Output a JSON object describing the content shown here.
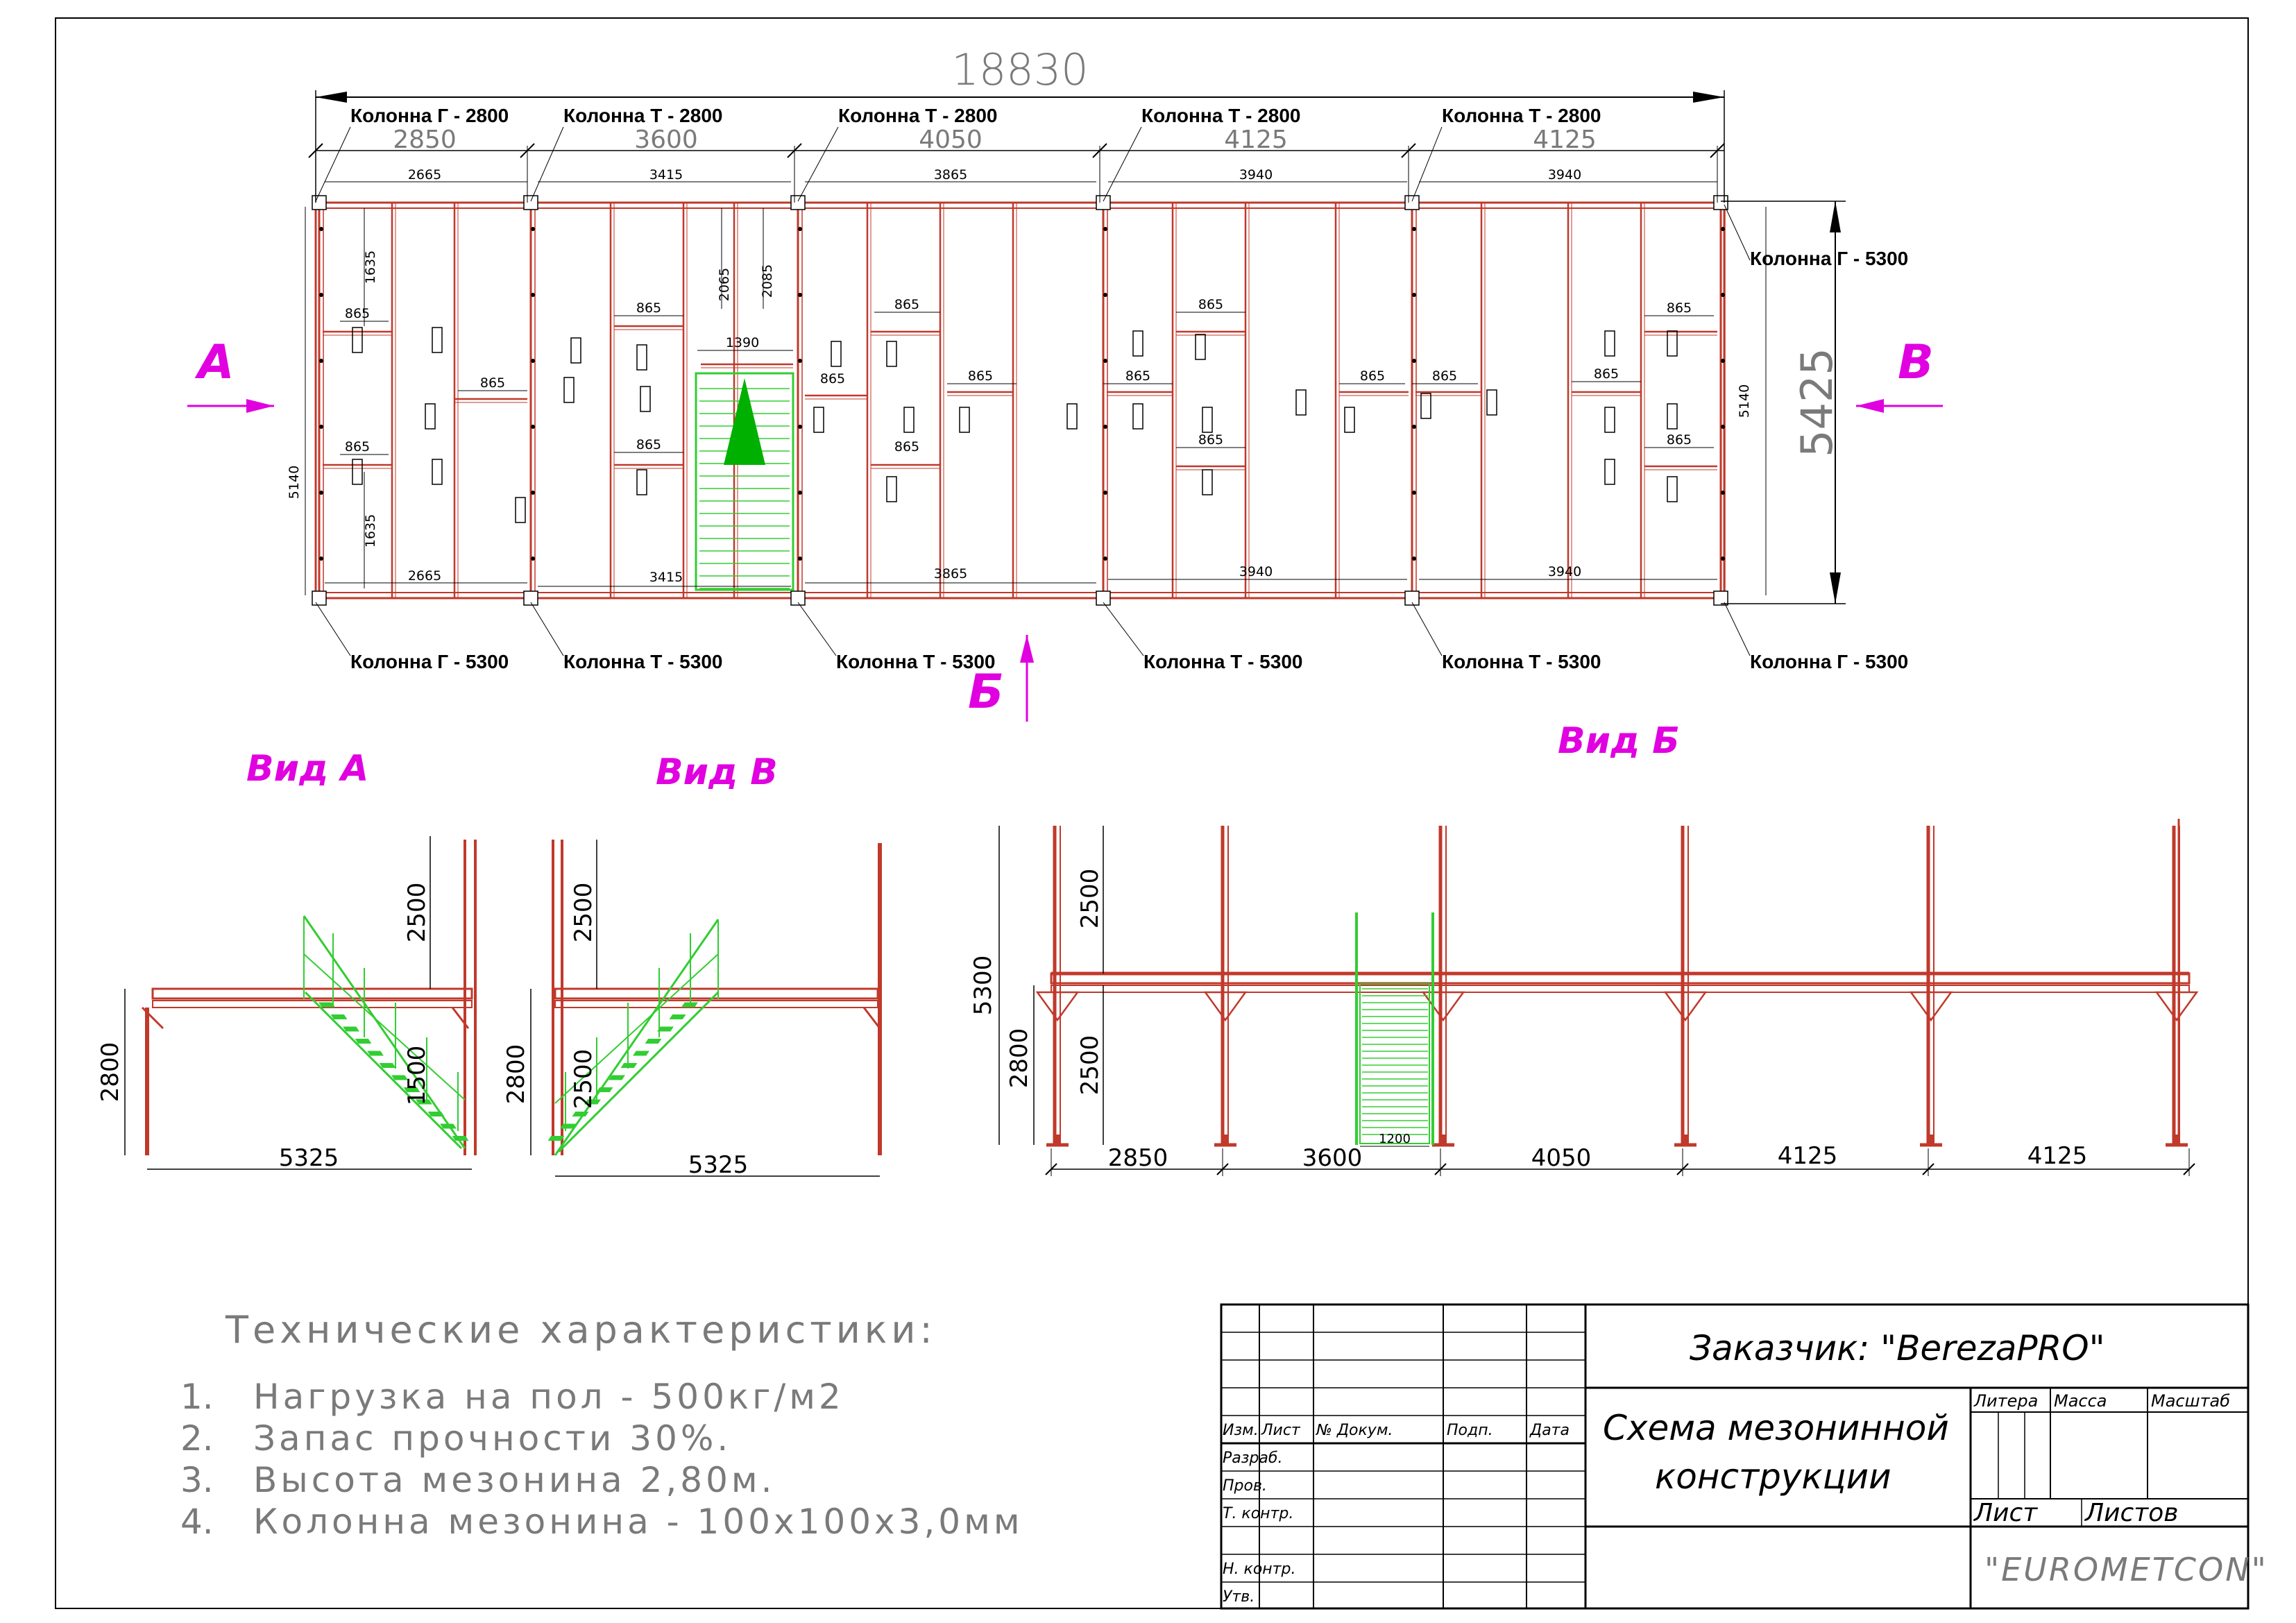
{
  "colors": {
    "frame": "#c0392b",
    "stair": "#32cd32",
    "stair_arrow": "#00b000",
    "accent": "#e000e0",
    "ink": "#000000",
    "dim": "#333333",
    "gray_text": "#7a7a7a"
  },
  "plan": {
    "overall_length": "18830",
    "overall_width": "5425",
    "bays_outer": [
      "2850",
      "3600",
      "4050",
      "4125",
      "4125"
    ],
    "bays_inner": [
      "2665",
      "3415",
      "3865",
      "3940",
      "3940"
    ],
    "side_dim": "5140",
    "sub_dims": {
      "d1635": "1635",
      "d865": "865",
      "d2065": "2065",
      "d2085": "2085",
      "d1390": "1390"
    },
    "columns_top": [
      "Колонна Г - 2800",
      "Колонна Т - 2800",
      "Колонна Т - 2800",
      "Колонна Т - 2800",
      "Колонна Т - 2800"
    ],
    "column_right_top": "Колонна Г - 5300",
    "columns_bottom": [
      "Колонна Г - 5300",
      "Колонна Т - 5300",
      "Колонна Т - 5300",
      "Колонна Т - 5300",
      "Колонна Т - 5300",
      "Колонна Г - 5300"
    ],
    "markers": {
      "a": "А",
      "v": "В",
      "b": "Б"
    }
  },
  "views": {
    "view_a": {
      "title": "Вид А",
      "dims": {
        "top": "2500",
        "height": "2800",
        "mid": "1500",
        "width": "5325"
      }
    },
    "view_v": {
      "title": "Вид В",
      "dims": {
        "top": "2500",
        "height": "2800",
        "mid": "2500",
        "width": "5325"
      }
    },
    "view_b": {
      "title": "Вид Б",
      "dims": {
        "total": "5300",
        "top": "2500",
        "height": "2800",
        "lower": "2500",
        "stair_w": "1200"
      },
      "bays": [
        "2850",
        "3600",
        "4050",
        "4125",
        "4125"
      ]
    }
  },
  "specs": {
    "title": "Технические характеристики:",
    "items": [
      {
        "num": "1.",
        "text": "Нагрузка на пол - 500кг/м2"
      },
      {
        "num": "2.",
        "text": "Запас прочности 30%."
      },
      {
        "num": "3.",
        "text": "Высота мезонина 2,80м."
      },
      {
        "num": "4.",
        "text": "Колонна мезонина - 100х100х3,0мм"
      }
    ]
  },
  "title_block": {
    "customer": "Заказчик: \"BerezaPRO\"",
    "drawing_title_1": "Схема мезонинной",
    "drawing_title_2": "конструкции",
    "col_headers": [
      "Изм.",
      "Лист",
      "№ Докум.",
      "Подп.",
      "Дата"
    ],
    "roles": [
      "Разраб.",
      "Пров.",
      "Т. контр.",
      "Н. контр.",
      "Утв."
    ],
    "litera": "Литера",
    "massa": "Масса",
    "masshtab": "Масштаб",
    "list": "Лист",
    "listov": "Листов",
    "company": "\"EUROMETCON\""
  }
}
